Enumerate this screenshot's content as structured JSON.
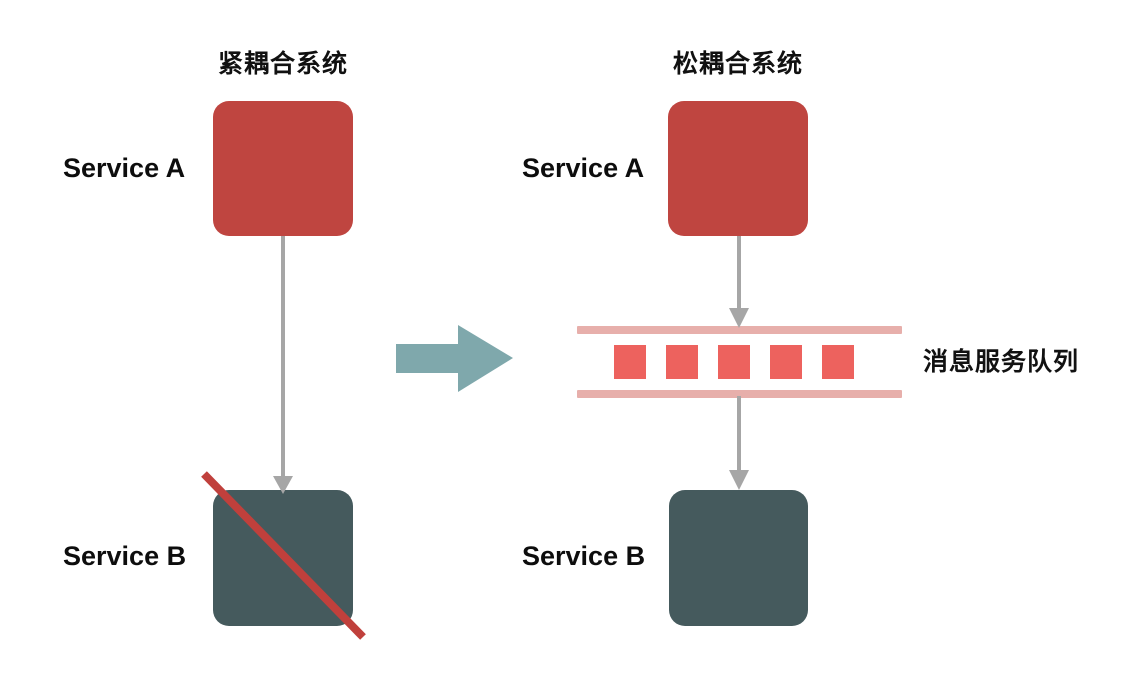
{
  "diagram": {
    "title_left": "紧耦合系统",
    "title_right": "松耦合系统",
    "queue_label": "消息服务队列",
    "colors": {
      "service_a": "#bf4540",
      "service_b": "#455a5d",
      "queue_bar": "#e7afab",
      "queue_cell": "#ed625e",
      "transition_arrow": "#7fa8ac",
      "flow_arrow": "#a6a6a6",
      "strike": "#c0403c",
      "background": "#ffffff",
      "text": "#111111"
    }
  },
  "left_panel": {
    "title": "紧耦合系统",
    "service_a_label": "Service A",
    "service_b_label": "Service B",
    "service_b_state": "failed"
  },
  "right_panel": {
    "title": "松耦合系统",
    "service_a_label": "Service A",
    "service_b_label": "Service B",
    "queue_label": "消息服务队列",
    "queue_cell_count": 5
  },
  "icons": {
    "transition_arrow": "arrow-right-icon",
    "flow_arrow": "arrow-down-icon",
    "strike": "strikethrough-icon"
  }
}
